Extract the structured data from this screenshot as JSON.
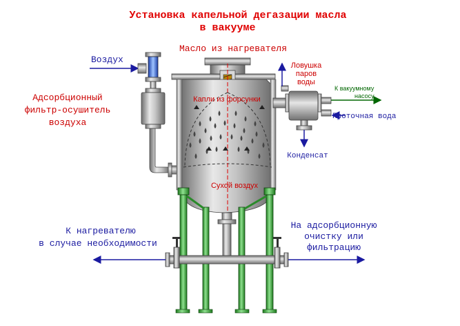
{
  "diagram": {
    "title_line1": "Установка капельной дегазации масла",
    "title_line2": "в вакууме",
    "label_oil_from_heater": "Масло из нагревателя",
    "label_air": "Воздух",
    "label_filter_line1": "Адсорбционный",
    "label_filter_line2": "фильтр-осушитель",
    "label_filter_line3": "воздуха",
    "label_droplets": "Капли из форсунки",
    "label_dry_air": "Сухой воздух",
    "label_trap_line1": "Ловушка",
    "label_trap_line2": "паров",
    "label_trap_line3": "воды",
    "label_vacuum_pump_line1": "К вакуумному",
    "label_vacuum_pump_line2": "насосу",
    "label_flow_water": "Проточная вода",
    "label_condensate": "Конденсат",
    "label_to_heater_line1": "К нагревателю",
    "label_to_heater_line2": "в случае необходимости",
    "label_adsorption_line1": "На адсорбционную",
    "label_adsorption_line2": "очистку или",
    "label_adsorption_line3": "фильтрацию",
    "colors": {
      "title": "#e00000",
      "red_text": "#cc0000",
      "blue_text": "#1a1aa0",
      "green_text": "#006600",
      "frame_green": "#33aa33",
      "steel": "#9a9a9a",
      "arrow_blue": "#1a1aa0"
    }
  }
}
